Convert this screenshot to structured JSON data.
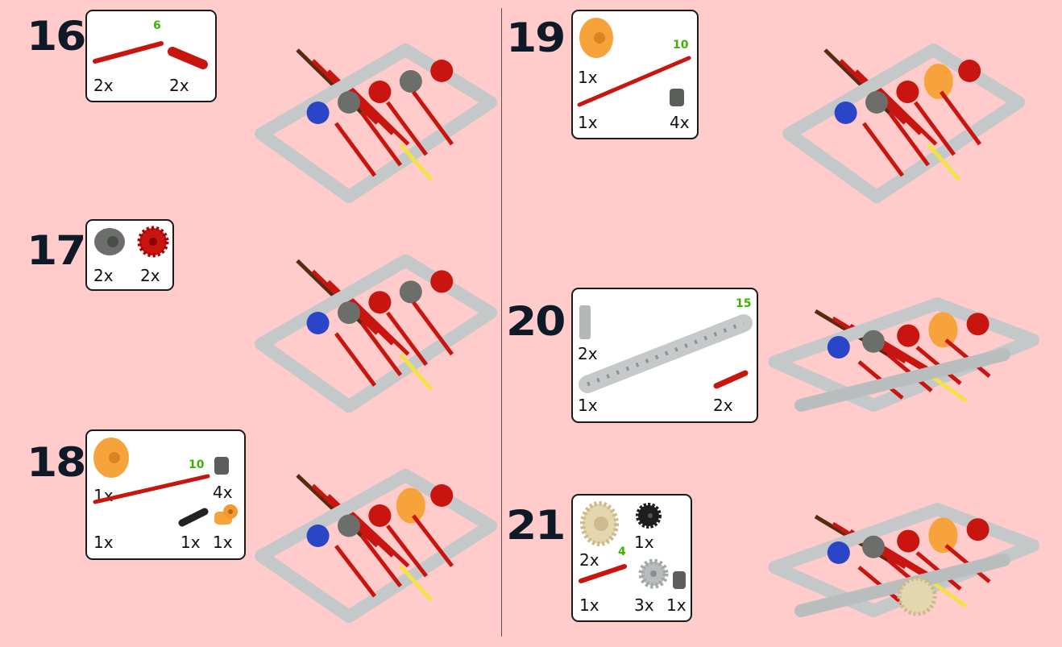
{
  "steps": [
    {
      "number": "16",
      "parts": [
        {
          "icon": "red-axle-icon",
          "qty": "2x",
          "length": "6"
        },
        {
          "icon": "red-axle-connector-icon",
          "qty": "2x"
        }
      ]
    },
    {
      "number": "17",
      "parts": [
        {
          "icon": "dark-grey-clutch-icon",
          "qty": "2x"
        },
        {
          "icon": "red-gear-icon",
          "qty": "2x"
        }
      ]
    },
    {
      "number": "18",
      "parts": [
        {
          "icon": "orange-disc-icon",
          "qty": "1x"
        },
        {
          "icon": "red-axle-icon",
          "qty": "1x",
          "length": "10"
        },
        {
          "icon": "dark-grey-bush-icon",
          "qty": "4x"
        },
        {
          "icon": "black-pin-icon",
          "qty": "1x"
        },
        {
          "icon": "orange-connector-icon",
          "qty": "1x"
        }
      ]
    },
    {
      "number": "19",
      "parts": [
        {
          "icon": "orange-disc-icon",
          "qty": "1x"
        },
        {
          "icon": "red-axle-icon",
          "qty": "1x",
          "length": "10"
        },
        {
          "icon": "dark-grey-bush-icon",
          "qty": "4x"
        }
      ]
    },
    {
      "number": "20",
      "parts": [
        {
          "icon": "grey-connector-icon",
          "qty": "2x"
        },
        {
          "icon": "grey-beam-icon",
          "qty": "1x",
          "length": "15"
        },
        {
          "icon": "red-axle-pin-icon",
          "qty": "2x"
        }
      ]
    },
    {
      "number": "21",
      "parts": [
        {
          "icon": "tan-gear-icon",
          "qty": "2x"
        },
        {
          "icon": "black-gear-icon",
          "qty": "1x"
        },
        {
          "icon": "red-axle-icon",
          "qty": "1x",
          "length": "4"
        },
        {
          "icon": "grey-gear-icon",
          "qty": "3x"
        },
        {
          "icon": "dark-grey-bush-icon",
          "qty": "1x"
        }
      ]
    }
  ],
  "colors": {
    "background": "#ffcbcb",
    "number": "#0e1a28",
    "length": "#3cb400"
  }
}
